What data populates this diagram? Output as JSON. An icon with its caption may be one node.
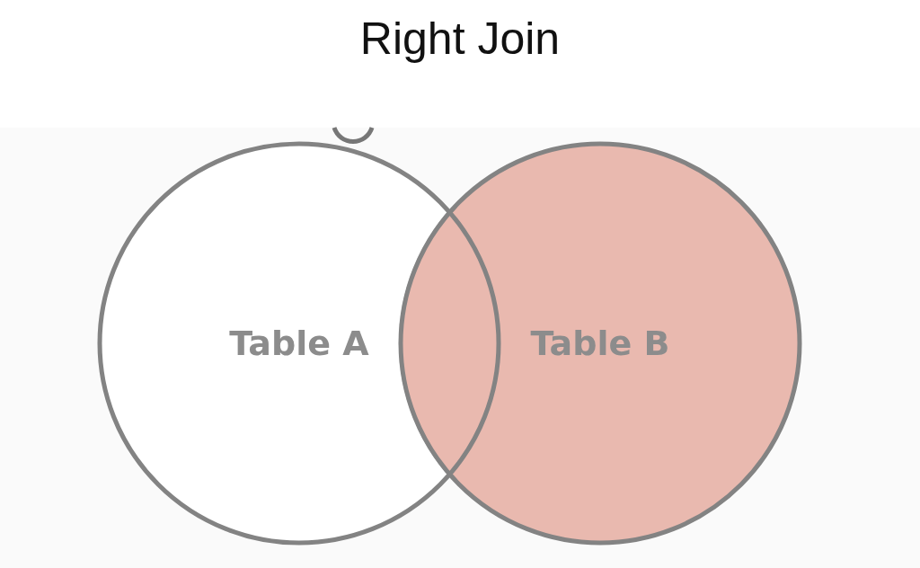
{
  "diagram": {
    "title": "Right Join",
    "nodes": [
      {
        "text": [
          "Table A"
        ]
      },
      {
        "text": [
          "Table B"
        ]
      }
    ],
    "edges": []
  }
}
